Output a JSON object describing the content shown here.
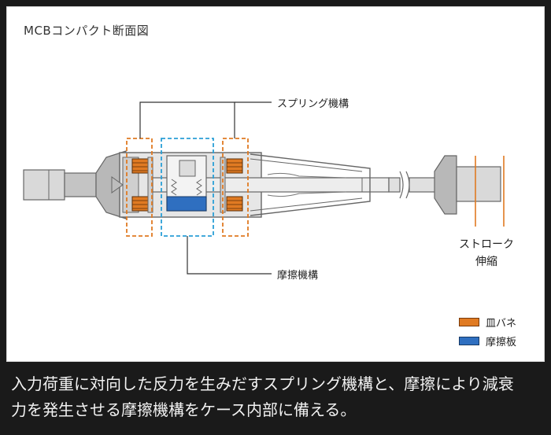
{
  "title": "MCBコンパクト断面図",
  "labels": {
    "spring": "スプリング機構",
    "friction": "摩擦機構",
    "stroke_line1": "ストローク",
    "stroke_line2": "伸縮"
  },
  "legend": [
    {
      "label": "皿バネ",
      "color": "#e07a22"
    },
    {
      "label": "摩擦板",
      "color": "#2f6fc0"
    }
  ],
  "caption": {
    "line1": "入力荷重に対向した反力を生みだすスプリング機構と、摩擦により減衰",
    "line2": "力を発生させる摩擦機構をケース内部に備える。"
  },
  "colors": {
    "spring": "#e07a22",
    "friction": "#2f6fc0",
    "frictionBox": "#2a9fd6",
    "body": "#9a9a9a",
    "bodyLight": "#d9d9d9"
  }
}
